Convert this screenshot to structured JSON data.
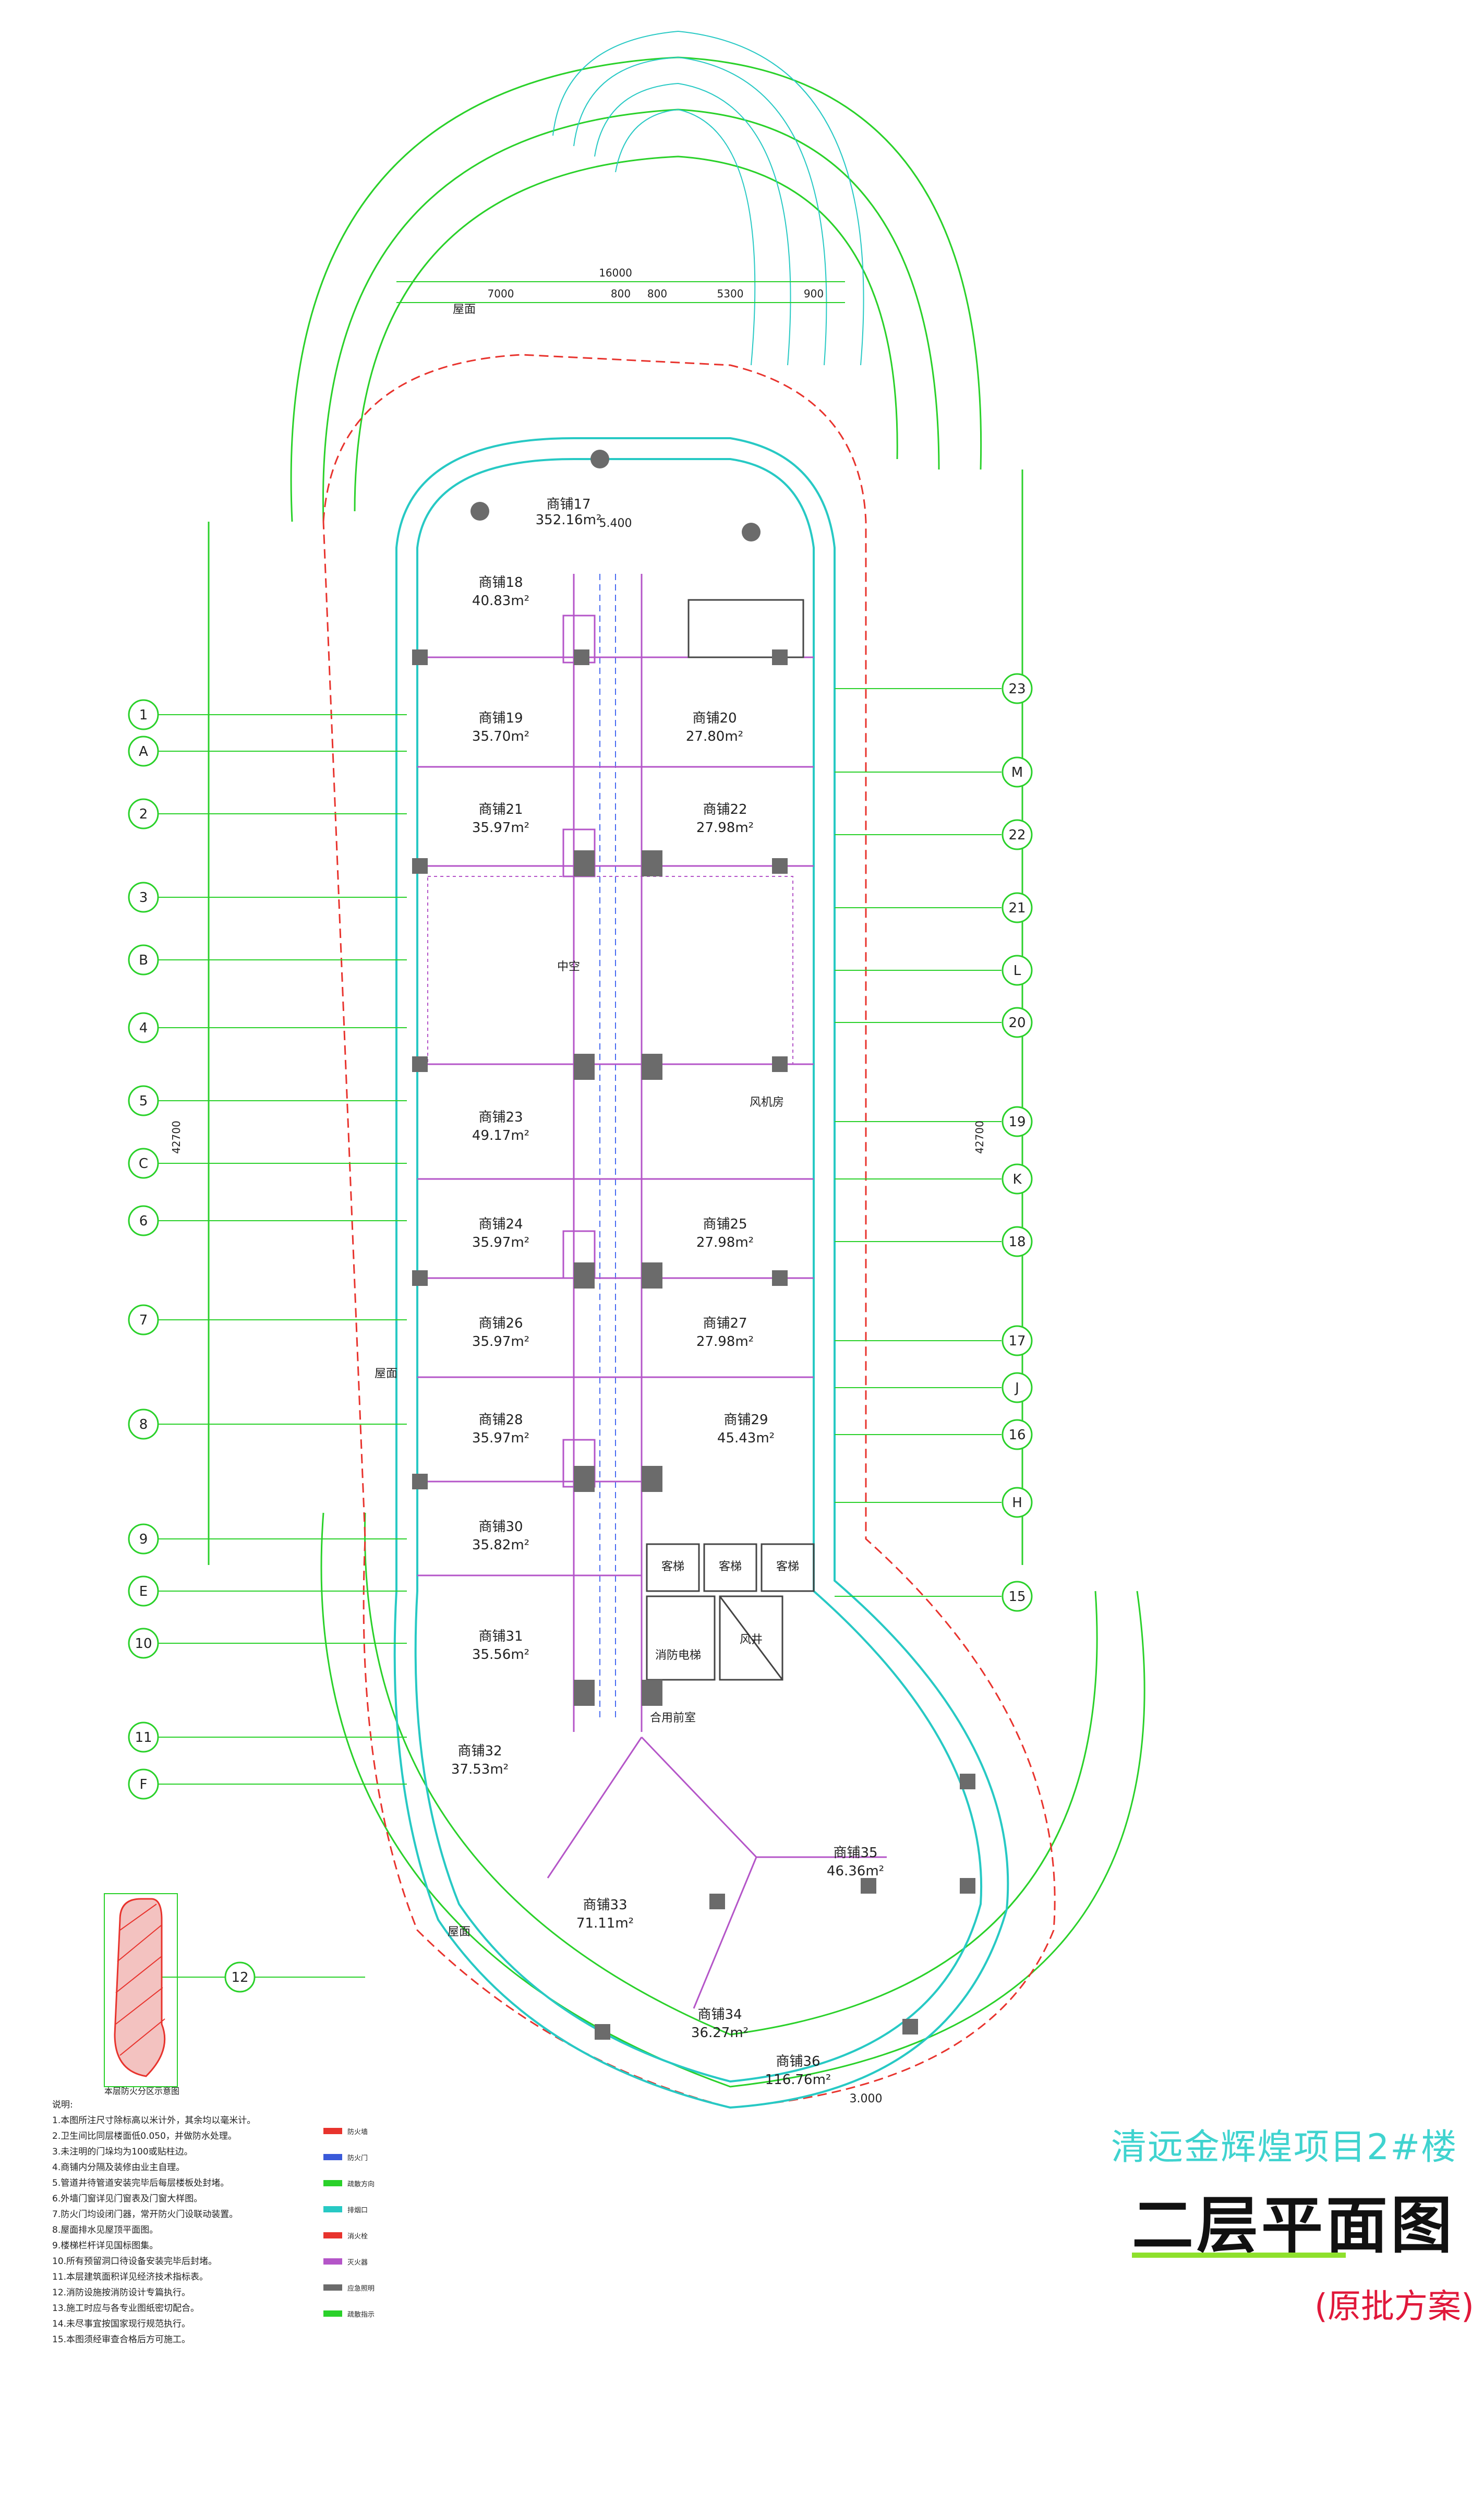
{
  "titles": {
    "project": "清远金辉煌项目2#楼",
    "drawing": "二层平面图",
    "status": "(原批方案)",
    "inset_caption": "本层防火分区示意图",
    "notes_heading": "说明:"
  },
  "colors": {
    "arc_green": "#2ad12a",
    "wall_cyan": "#27c9c4",
    "column_grey": "#6b6b6b",
    "room_purple": "#b455c8",
    "fire_red": "#e8332d",
    "title_cyan": "#3fd3cf",
    "title_red": "#e0183a",
    "underline_green": "#8ee02c"
  },
  "left_axes": [
    "1",
    "A",
    "2",
    "3",
    "B",
    "4",
    "5",
    "C",
    "6",
    "7",
    "8",
    "9",
    "E",
    "10",
    "11",
    "F",
    "12"
  ],
  "right_axes": [
    "23",
    "M",
    "22",
    "21",
    "L",
    "20",
    "19",
    "K",
    "18",
    "17",
    "J",
    "16",
    "H",
    "15"
  ],
  "top_dims": [
    "7000",
    "800",
    "800",
    "5300",
    "900",
    "16000"
  ],
  "total_height_dim": "42700",
  "shops": [
    {
      "name": "商铺17",
      "area": "352.16m²"
    },
    {
      "name": "商铺18",
      "area": "40.83m²"
    },
    {
      "name": "商铺19",
      "area": "35.70m²"
    },
    {
      "name": "商铺20",
      "area": "27.80m²"
    },
    {
      "name": "商铺21",
      "area": "35.97m²"
    },
    {
      "name": "商铺22",
      "area": "27.98m²"
    },
    {
      "name": "商铺23",
      "area": "49.17m²"
    },
    {
      "name": "商铺24",
      "area": "35.97m²"
    },
    {
      "name": "商铺25",
      "area": "27.98m²"
    },
    {
      "name": "商铺26",
      "area": "35.97m²"
    },
    {
      "name": "商铺27",
      "area": "27.98m²"
    },
    {
      "name": "商铺28",
      "area": "35.97m²"
    },
    {
      "name": "商铺29",
      "area": "45.43m²"
    },
    {
      "name": "商铺30",
      "area": "35.82m²"
    },
    {
      "name": "商铺31",
      "area": "35.56m²"
    },
    {
      "name": "商铺32",
      "area": "37.53m²"
    },
    {
      "name": "商铺33",
      "area": "71.11m²"
    },
    {
      "name": "商铺34",
      "area": "36.27m²"
    },
    {
      "name": "商铺35",
      "area": "46.36m²"
    },
    {
      "name": "商铺36",
      "area": "116.76m²"
    }
  ],
  "labels": {
    "atrium": "中空",
    "elevator_a": "客梯",
    "elevator_b": "客梯",
    "elevator_c": "客梯",
    "stair": "风井",
    "lobby": "合用前室",
    "fire_elevator": "消防电梯",
    "fan_room": "风机房",
    "roof": "屋面",
    "elev_3000": "3.000",
    "elev_5400": "5.400"
  },
  "notes": [
    "1.本图所注尺寸除标高以米计外，其余均以毫米计。",
    "2.卫生间比同层楼面低0.050，并做防水处理。",
    "3.未注明的门垛均为100或贴柱边。",
    "4.商铺内分隔及装修由业主自理。",
    "5.管道井待管道安装完毕后每层楼板处封堵。",
    "6.外墙门窗详见门窗表及门窗大样图。",
    "7.防火门均设闭门器，常开防火门设联动装置。",
    "8.屋面排水见屋顶平面图。",
    "9.楼梯栏杆详见国标图集。",
    "10.所有预留洞口待设备安装完毕后封堵。",
    "11.本层建筑面积详见经济技术指标表。",
    "12.消防设施按消防设计专篇执行。",
    "13.施工时应与各专业图纸密切配合。",
    "14.未尽事宜按国家现行规范执行。",
    "15.本图须经审查合格后方可施工。"
  ],
  "legend": [
    "防火墙",
    "防火门",
    "疏散方向",
    "排烟口",
    "消火栓",
    "灭火器",
    "应急照明",
    "疏散指示"
  ]
}
